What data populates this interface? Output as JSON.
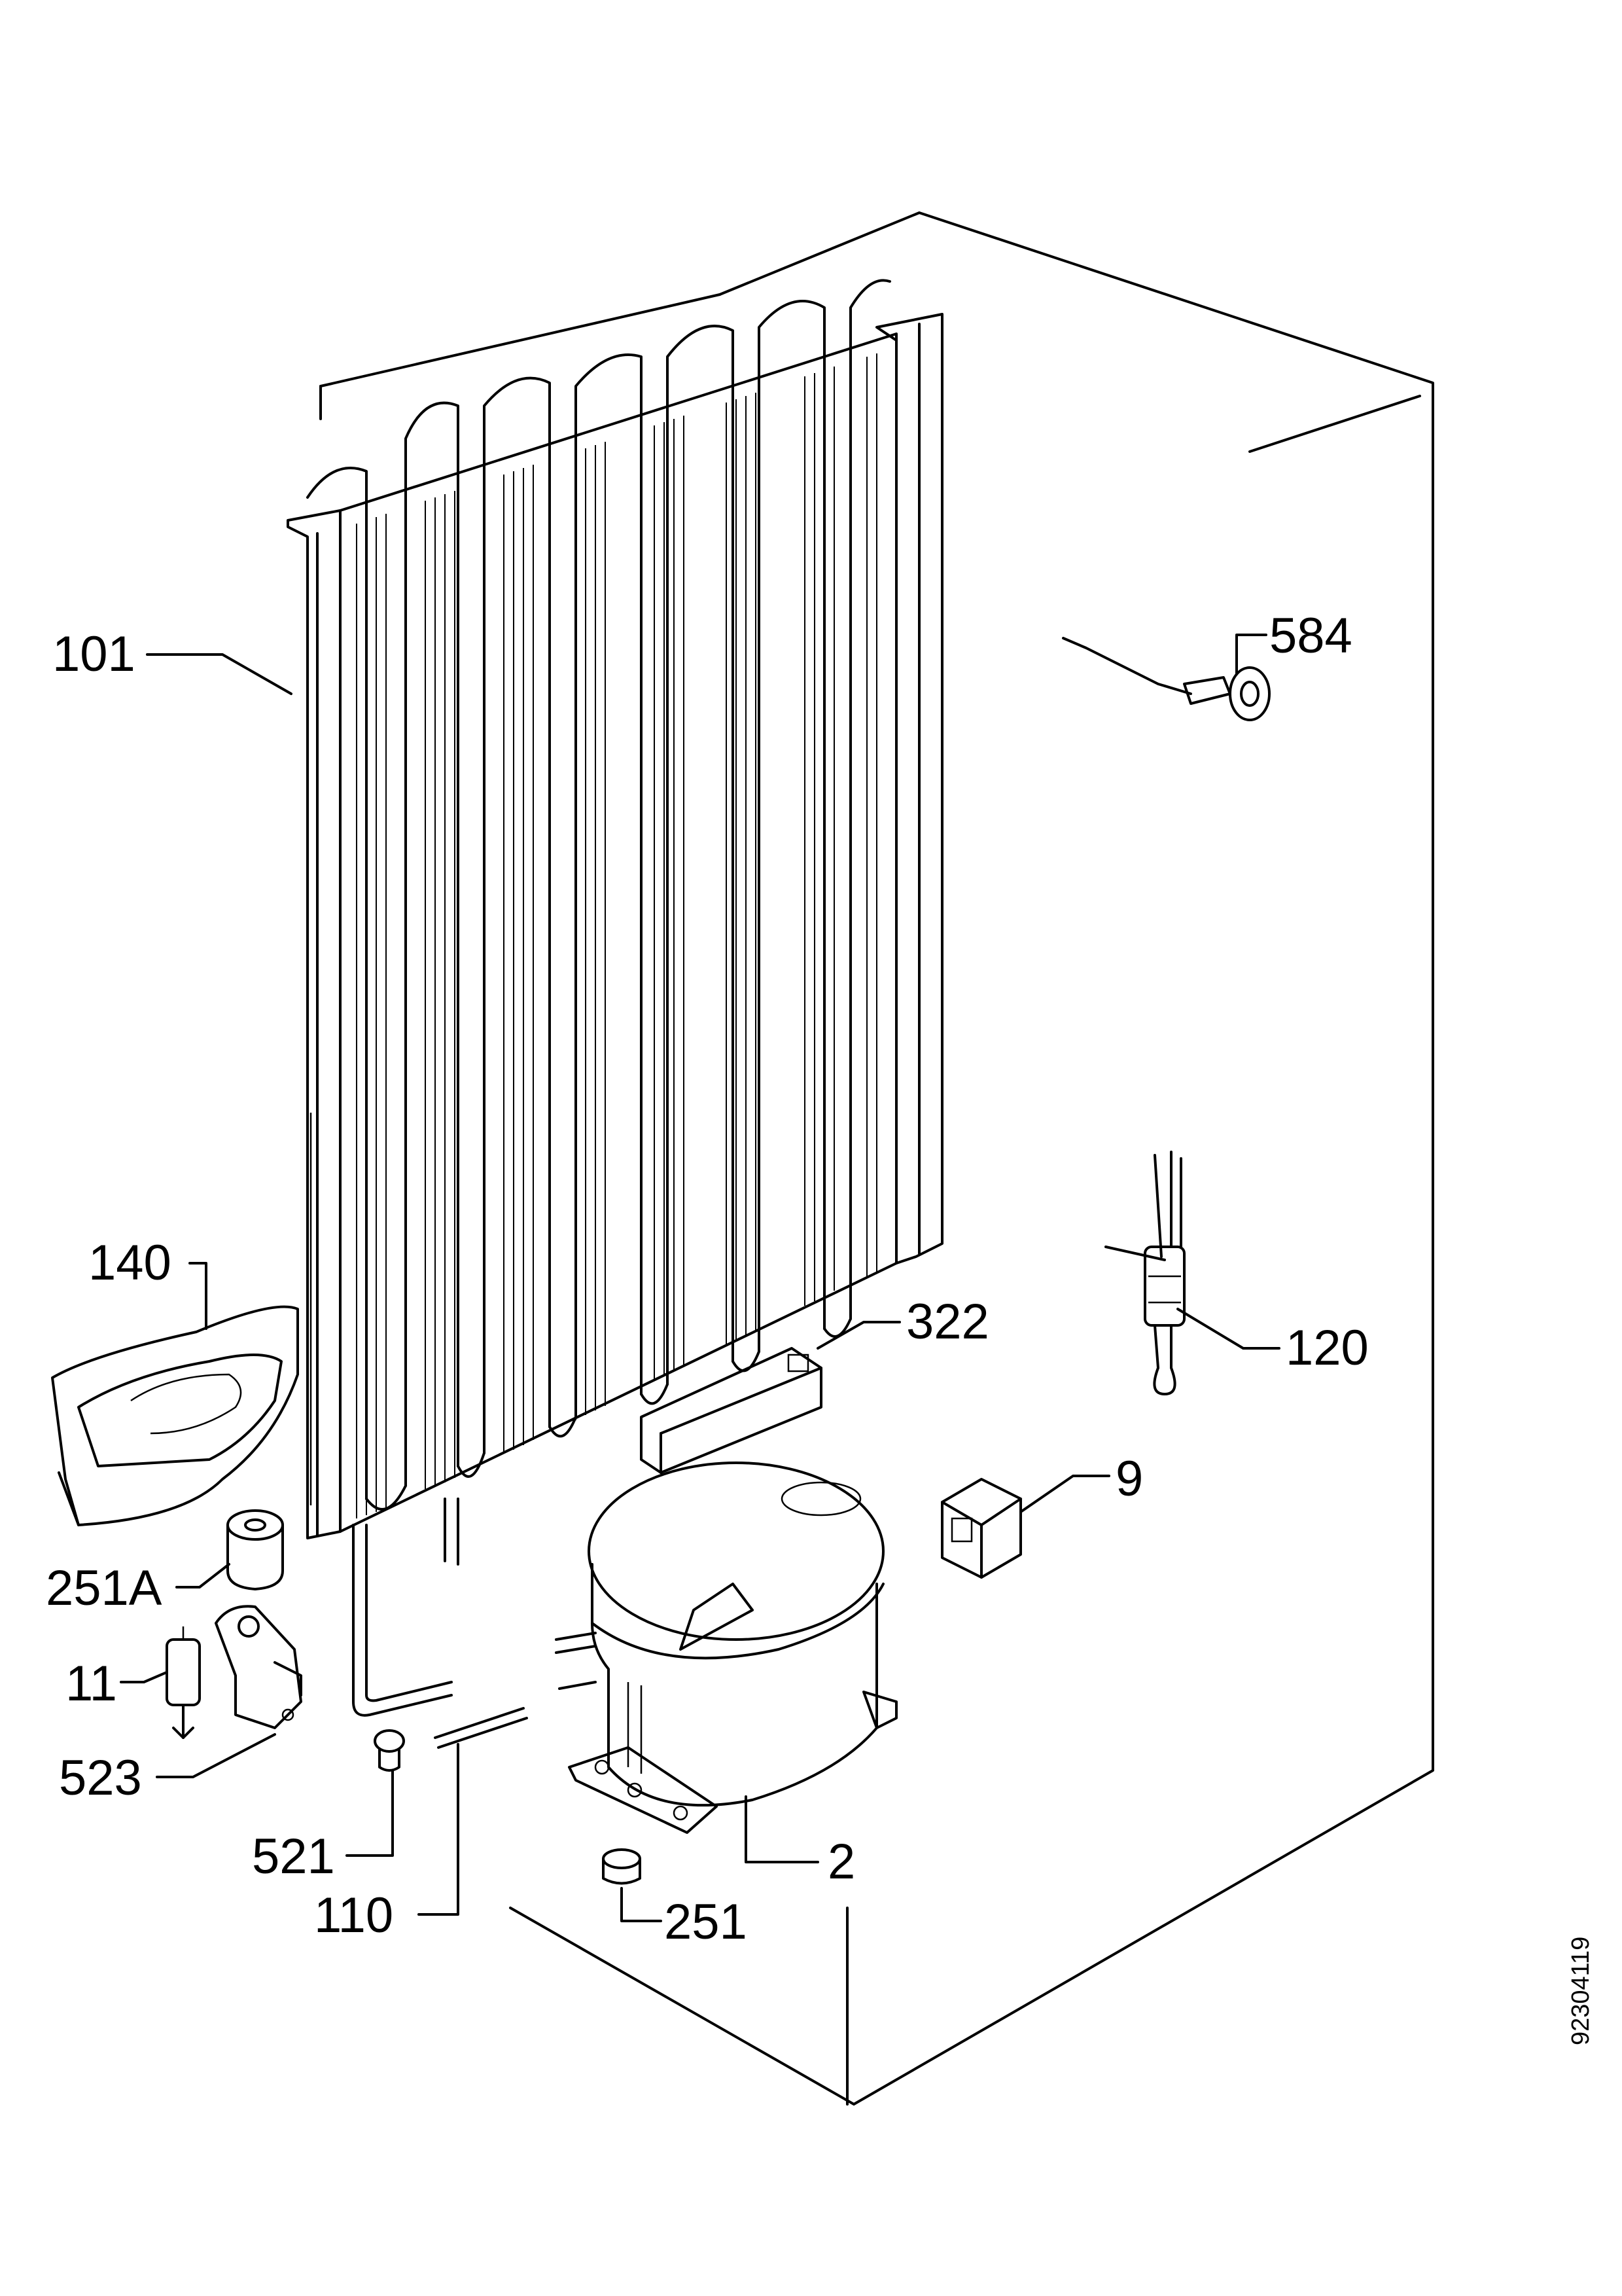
{
  "callouts": {
    "c101": "101",
    "c584": "584",
    "c140": "140",
    "c322": "322",
    "c120": "120",
    "c9": "9",
    "c251a": "251A",
    "c11": "11",
    "c523": "523",
    "c521": "521",
    "c2": "2",
    "c110": "110",
    "c251": "251"
  },
  "drawing_number": "92304119"
}
